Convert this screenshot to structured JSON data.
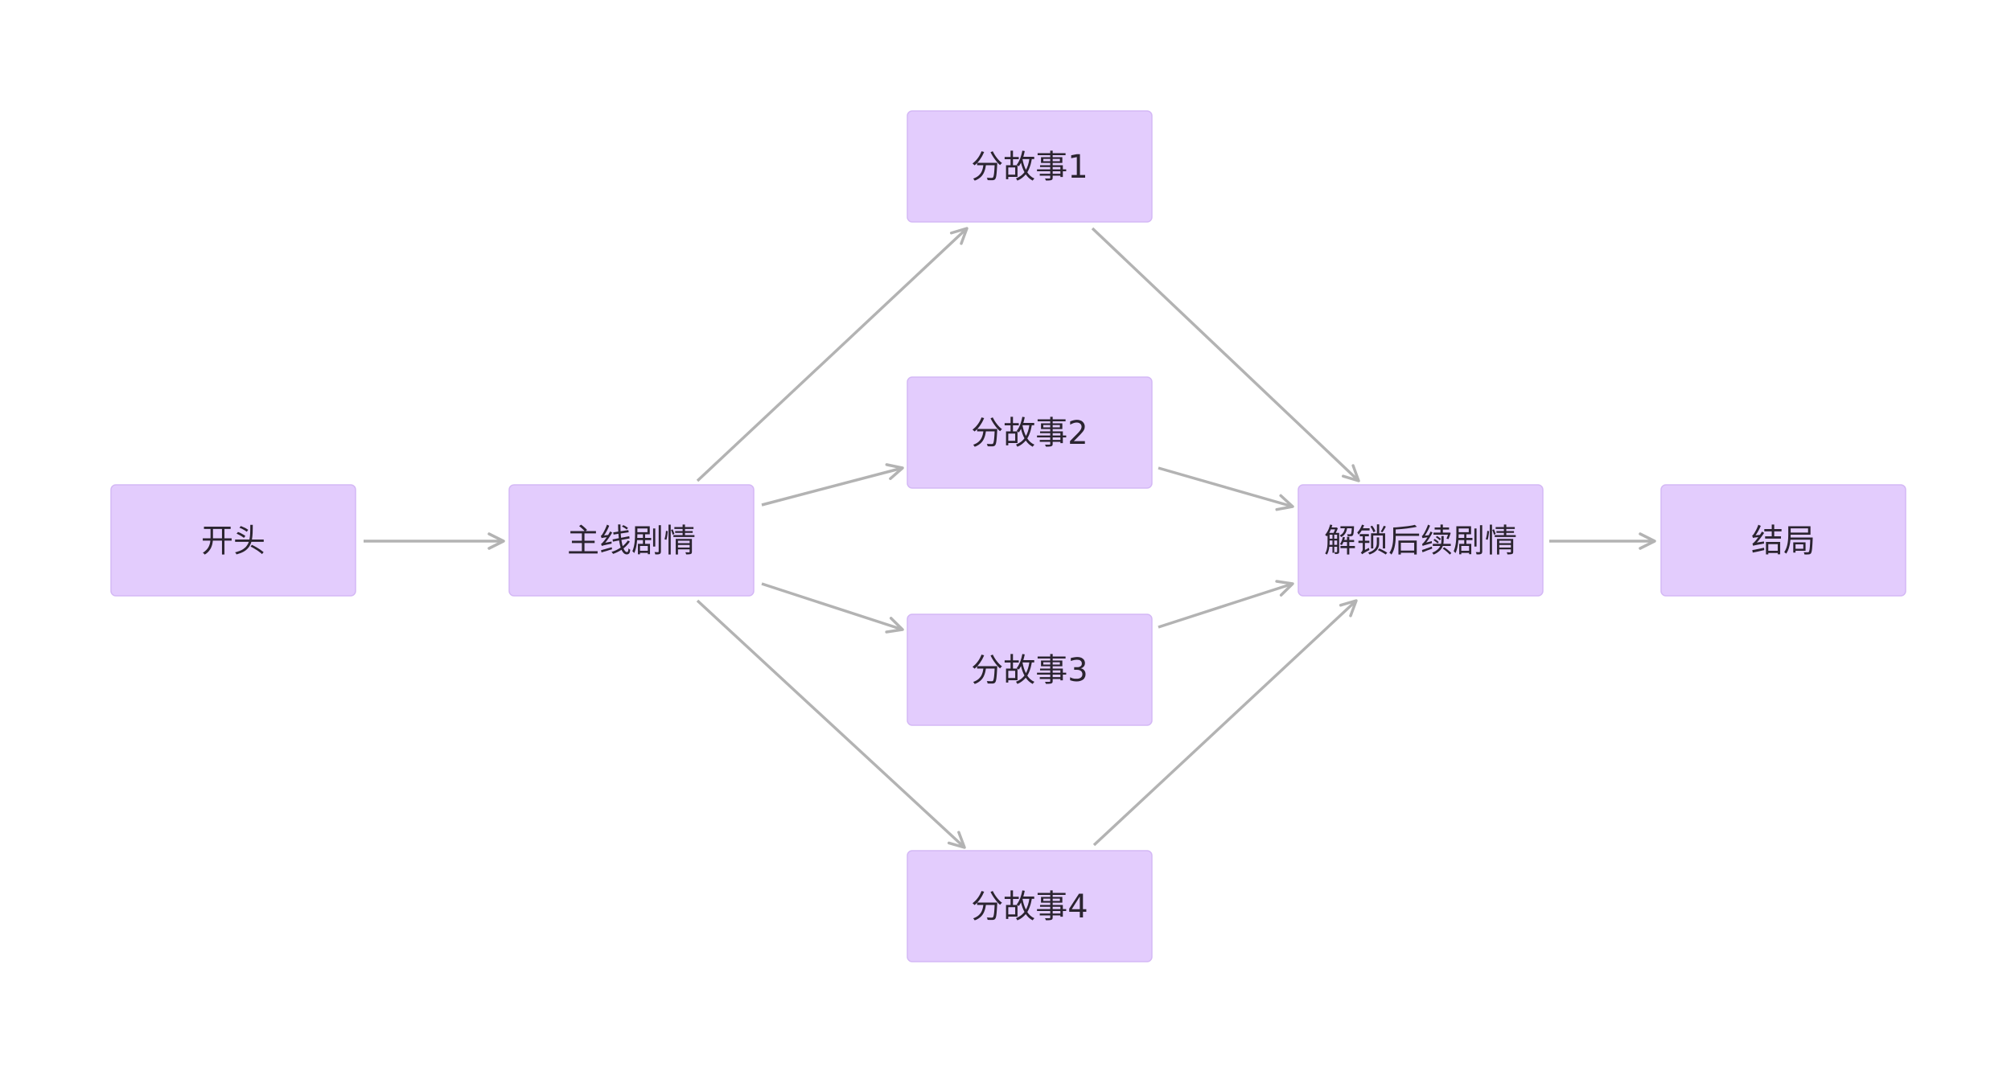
{
  "colors": {
    "node_fill": "#e3ccfd",
    "node_stroke": "#d4b8f5",
    "text": "#2b2430",
    "edge": "#b3b3b3",
    "background": "#ffffff"
  },
  "nodes": [
    {
      "id": "start",
      "label": "开头"
    },
    {
      "id": "main",
      "label": "主线剧情"
    },
    {
      "id": "sub1",
      "label": "分故事1"
    },
    {
      "id": "sub2",
      "label": "分故事2"
    },
    {
      "id": "sub3",
      "label": "分故事3"
    },
    {
      "id": "sub4",
      "label": "分故事4"
    },
    {
      "id": "unlock",
      "label": "解锁后续剧情"
    },
    {
      "id": "end",
      "label": "结局"
    }
  ],
  "edges": [
    {
      "from": "start",
      "to": "main"
    },
    {
      "from": "main",
      "to": "sub1"
    },
    {
      "from": "main",
      "to": "sub2"
    },
    {
      "from": "main",
      "to": "sub3"
    },
    {
      "from": "main",
      "to": "sub4"
    },
    {
      "from": "sub1",
      "to": "unlock"
    },
    {
      "from": "sub2",
      "to": "unlock"
    },
    {
      "from": "sub3",
      "to": "unlock"
    },
    {
      "from": "sub4",
      "to": "unlock"
    },
    {
      "from": "unlock",
      "to": "end"
    }
  ]
}
